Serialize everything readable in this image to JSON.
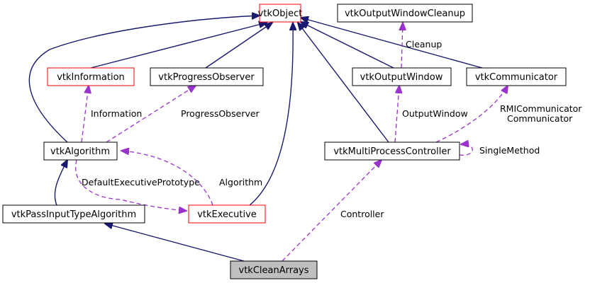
{
  "nodes": {
    "vtkObject": "vtkObject",
    "vtkOutputWindowCleanup": "vtkOutputWindowCleanup",
    "vtkInformation": "vtkInformation",
    "vtkProgressObserver": "vtkProgressObserver",
    "vtkOutputWindow": "vtkOutputWindow",
    "vtkCommunicator": "vtkCommunicator",
    "vtkAlgorithm": "vtkAlgorithm",
    "vtkMultiProcessController": "vtkMultiProcessController",
    "vtkPassInputTypeAlgorithm": "vtkPassInputTypeAlgorithm",
    "vtkExecutive": "vtkExecutive",
    "vtkCleanArrays": "vtkCleanArrays"
  },
  "edge_labels": {
    "cleanup": "Cleanup",
    "information": "Information",
    "progress_observer": "ProgressObserver",
    "output_window": "OutputWindow",
    "rmi_communicator": "RMICommunicator",
    "communicator": "Communicator",
    "single_method": "SingleMethod",
    "default_executive_prototype": "DefaultExecutivePrototype",
    "algorithm": "Algorithm",
    "controller": "Controller"
  },
  "colors": {
    "inheritance_edge": "#191970",
    "usage_edge": "#9a32cd",
    "incomplete_class_border": "#ff0000",
    "focus_class_fill": "#bfbfbf"
  }
}
